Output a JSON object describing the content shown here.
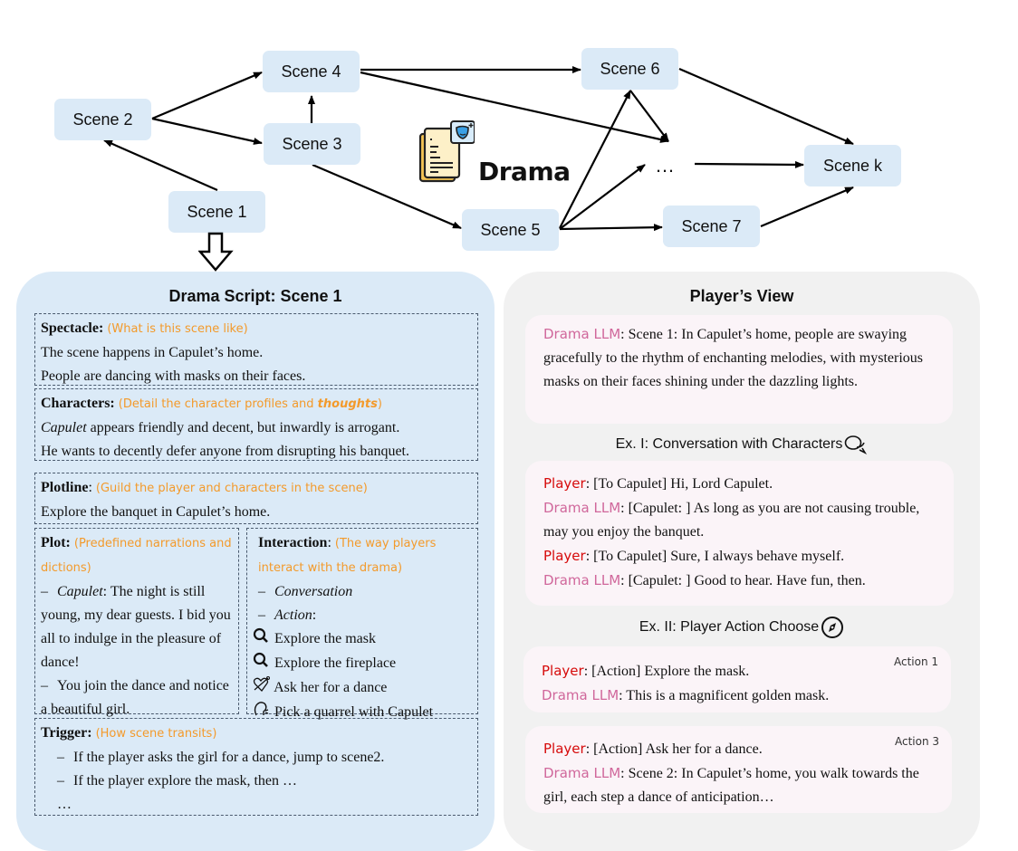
{
  "graph": {
    "nodes": [
      {
        "id": "s1",
        "label": "Scene 1"
      },
      {
        "id": "s2",
        "label": "Scene 2"
      },
      {
        "id": "s3",
        "label": "Scene 3"
      },
      {
        "id": "s4",
        "label": "Scene 4"
      },
      {
        "id": "s5",
        "label": "Scene 5"
      },
      {
        "id": "s6",
        "label": "Scene 6"
      },
      {
        "id": "s7",
        "label": "Scene 7"
      },
      {
        "id": "sk",
        "label": "Scene k"
      }
    ],
    "ellipsis": "…",
    "edges": [
      [
        "s1",
        "s2"
      ],
      [
        "s2",
        "s4"
      ],
      [
        "s2",
        "s3"
      ],
      [
        "s3",
        "s4"
      ],
      [
        "s3",
        "s5"
      ],
      [
        "s4",
        "s6"
      ],
      [
        "s4",
        "ellipsis"
      ],
      [
        "s6",
        "ellipsis"
      ],
      [
        "s6",
        "sk"
      ],
      [
        "s5",
        "s6"
      ],
      [
        "s5",
        "ellipsis"
      ],
      [
        "s5",
        "s7"
      ],
      [
        "ellipsis",
        "sk"
      ],
      [
        "s7",
        "sk"
      ]
    ],
    "logo_text": "Drama"
  },
  "script": {
    "title": "Drama Script: Scene 1",
    "spectacle": {
      "label": "Spectacle:",
      "hint": "(What is this scene like)",
      "lines": [
        "The scene happens in Capulet’s home.",
        "People are dancing with masks on their faces."
      ]
    },
    "characters": {
      "label": "Characters:",
      "hint_pre": "(Detail the character profiles and ",
      "hint_em": "thoughts",
      "hint_post": ")",
      "line1_em": "Capulet",
      "line1_rest": " appears friendly and decent, but inwardly is arrogant.",
      "line2": "He wants to decently defer anyone from disrupting his banquet."
    },
    "plotline": {
      "label": "Plotline",
      "hint": "(Guild the player and characters in the scene)",
      "line": "Explore the banquet in Capulet’s home."
    },
    "plot": {
      "label": "Plot:",
      "hint": "(Predefined narrations and dictions)",
      "speaker": "Capulet",
      "speech": ": The night is still young, my dear guests. I bid you all to indulge in the pleasure of dance!",
      "narration": "You join the dance and notice a beautiful girl."
    },
    "interaction": {
      "label": "Interaction",
      "hint": "(The way players interact with the drama)",
      "modes": [
        "Conversation",
        "Action"
      ],
      "actions": [
        {
          "icon": "magnifier-icon",
          "label": "Explore the mask"
        },
        {
          "icon": "magnifier-icon",
          "label": "Explore the fireplace"
        },
        {
          "icon": "heart-arrow-icon",
          "label": "Ask her for a dance"
        },
        {
          "icon": "angry-head-icon",
          "label": "Pick a quarrel with Capulet"
        }
      ]
    },
    "trigger": {
      "label": "Trigger:",
      "hint": "(How scene transits)",
      "lines": [
        "If the player asks the girl for a dance, jump to scene2.",
        "If the player explore the mask, then …"
      ],
      "more": "…"
    }
  },
  "player_view": {
    "title": "Player’s View",
    "intro": {
      "speaker": "Drama LLM",
      "text": ": Scene 1: In Capulet’s home, people are swaying gracefully to the rhythm of enchanting melodies, with mysterious masks on their faces shining under the dazzling lights."
    },
    "ex1": {
      "title": "Ex. I: Conversation with Characters",
      "icon": "chat-bubbles-icon",
      "turns": [
        {
          "speaker": "Player",
          "role": "player",
          "text": ": [To Capulet] Hi, Lord Capulet."
        },
        {
          "speaker": "Drama LLM",
          "role": "drama",
          "text": ": [Capulet: ] As long as you are not causing trouble, may you enjoy the banquet."
        },
        {
          "speaker": "Player",
          "role": "player",
          "text": ": [To Capulet] Sure, I always behave myself."
        },
        {
          "speaker": "Drama LLM",
          "role": "drama",
          "text": ": [Capulet: ] Good to hear. Have fun, then."
        }
      ]
    },
    "ex2": {
      "title": "Ex. II: Player Action Choose",
      "icon": "compass-icon",
      "cards": [
        {
          "tag": "Action 1",
          "turns": [
            {
              "speaker": "Player",
              "text": ": [Action] Explore the mask."
            },
            {
              "speaker": "Drama LLM",
              "text": ": This is a magnificent golden mask."
            }
          ]
        },
        {
          "tag": "Action 3",
          "turns": [
            {
              "speaker": "Player",
              "text": ": [Action] Ask her for a dance."
            },
            {
              "speaker": "Drama LLM",
              "text": ": Scene 2: In Capulet’s home, you walk towards the girl, each step a dance of anticipation…"
            }
          ]
        }
      ]
    }
  },
  "colors": {
    "node_bg": "#dbeaf7",
    "script_bg": "#dbeaf7",
    "view_bg": "#f1f1f1",
    "bubble_bg": "#fbf4f8",
    "hint": "#f39a2b",
    "player": "#d60b0b",
    "drama_llm": "#d0679b"
  }
}
